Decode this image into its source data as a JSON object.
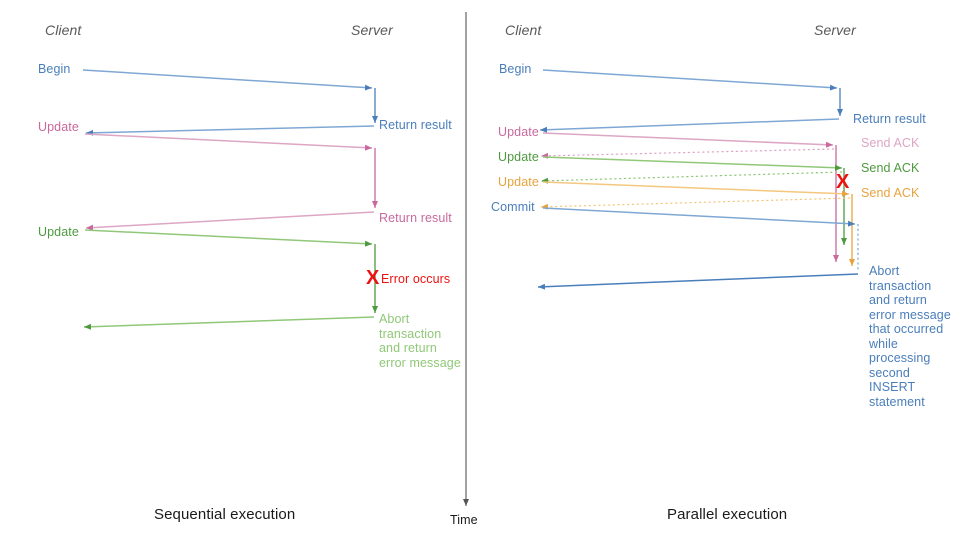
{
  "diagram": {
    "title_kind": "sequence-diagram",
    "colors": {
      "blue": "#4a7ebb",
      "blue_light": "#7fa7d4",
      "pink": "#c9699e",
      "pink_light": "#dda6c4",
      "green": "#4e9a3f",
      "green_light": "#90c878",
      "orange": "#e8a33d",
      "orange_light": "#f4c77f",
      "red": "#ee1111",
      "gray": "#595959",
      "black": "#1a1a1a"
    },
    "time_axis": {
      "label": "Time"
    },
    "panels": [
      {
        "id": "sequential",
        "caption": "Sequential execution",
        "actors": {
          "client": "Client",
          "server": "Server"
        },
        "messages": [
          {
            "label": "Begin",
            "color": "blue",
            "side": "client"
          },
          {
            "label": "Return result",
            "color": "blue",
            "side": "server"
          },
          {
            "label": "Update",
            "color": "pink",
            "side": "client"
          },
          {
            "label": "Return result",
            "color": "pink",
            "side": "server"
          },
          {
            "label": "Update",
            "color": "green",
            "side": "client"
          },
          {
            "label": "Error occurs",
            "color": "red",
            "side": "server"
          },
          {
            "label": "Abort transaction and return error message",
            "color": "green",
            "side": "server"
          }
        ],
        "error_marker": "X"
      },
      {
        "id": "parallel",
        "caption": "Parallel execution",
        "actors": {
          "client": "Client",
          "server": "Server"
        },
        "messages": [
          {
            "label": "Begin",
            "color": "blue",
            "side": "client"
          },
          {
            "label": "Return result",
            "color": "blue",
            "side": "server"
          },
          {
            "label": "Update",
            "color": "pink",
            "side": "client"
          },
          {
            "label": "Send ACK",
            "color": "pink",
            "side": "server"
          },
          {
            "label": "Update",
            "color": "green",
            "side": "client"
          },
          {
            "label": "Send ACK",
            "color": "green",
            "side": "server"
          },
          {
            "label": "Update",
            "color": "orange",
            "side": "client"
          },
          {
            "label": "Send ACK",
            "color": "orange",
            "side": "server"
          },
          {
            "label": "Commit",
            "color": "blue",
            "side": "client"
          },
          {
            "label": "Abort transaction and return error message that occurred while processing second INSERT statement",
            "color": "blue",
            "side": "server"
          }
        ],
        "error_marker": "X"
      }
    ]
  },
  "labels": {
    "left_client": "Client",
    "left_server": "Server",
    "right_client": "Client",
    "right_server": "Server",
    "l_begin": "Begin",
    "l_return_result_1": "Return result",
    "l_update_1": "Update",
    "l_return_result_2": "Return result",
    "l_update_2": "Update",
    "l_error_occurs": "Error occurs",
    "l_abort": "Abort transaction and return error message",
    "l_caption": "Sequential execution",
    "r_begin": "Begin",
    "r_return_result": "Return result",
    "r_update_1": "Update",
    "r_send_ack_1": "Send ACK",
    "r_update_2": "Update",
    "r_send_ack_2": "Send ACK",
    "r_update_3": "Update",
    "r_send_ack_3": "Send ACK",
    "r_commit": "Commit",
    "r_abort": "Abort transaction and return error message that occurred while processing second INSERT statement",
    "r_caption": "Parallel execution",
    "time": "Time",
    "x_mark_left": "X",
    "x_mark_right": "X"
  }
}
